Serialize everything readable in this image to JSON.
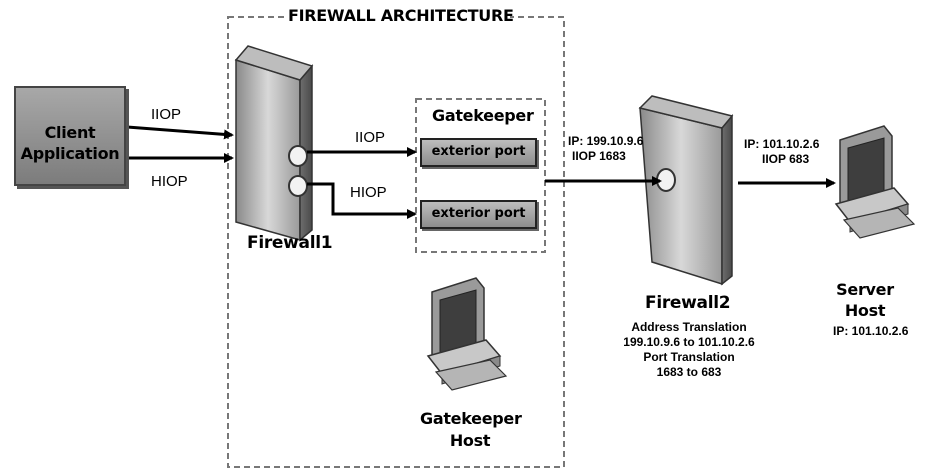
{
  "architecture_title": "FIREWALL ARCHITECTURE",
  "client": {
    "line1": "Client",
    "line2": "Application"
  },
  "protocols": {
    "iiop_in": "IIOP",
    "hiop_in": "HIOP",
    "iiop_mid": "IIOP",
    "hiop_mid": "HIOP"
  },
  "firewall1": {
    "label": "Firewall1"
  },
  "gatekeeper": {
    "title": "Gatekeeper",
    "port1": "exterior port",
    "port2": "exterior port"
  },
  "gatekeeper_host": {
    "line1": "Gatekeeper",
    "line2": "Host"
  },
  "gk_out": {
    "ip": "IP: 199.10.9.6",
    "port": "IIOP 1683"
  },
  "firewall2": {
    "label": "Firewall2",
    "note1": "Address Translation",
    "note2": "199.10.9.6 to 101.10.2.6",
    "note3": "Port Translation",
    "note4": "1683 to 683"
  },
  "fw2_out": {
    "ip": "IP: 101.10.2.6",
    "port": "IIOP 683"
  },
  "server_host": {
    "line1": "Server",
    "line2": "Host",
    "ip": "IP: 101.10.2.6"
  }
}
